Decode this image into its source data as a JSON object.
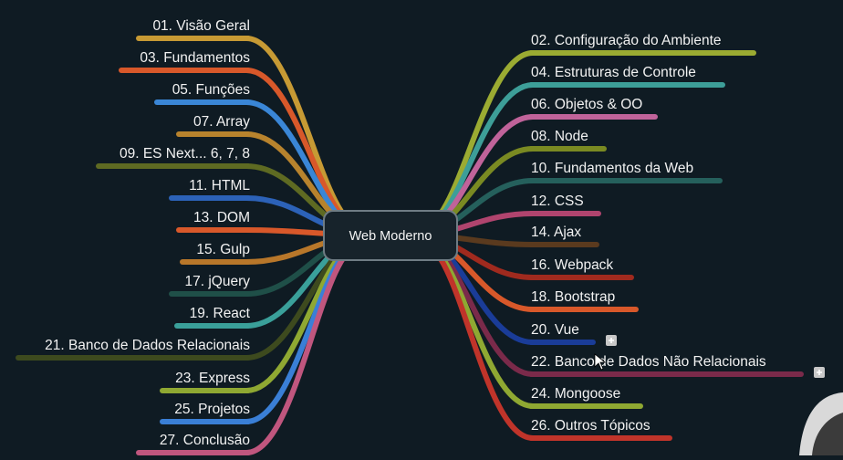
{
  "center": {
    "label": "Web Moderno",
    "fill": "#17232b",
    "stroke": "#6f7c84"
  },
  "colors": {
    "background": "#0f1b23",
    "text": "#f2f2f2",
    "collapse_button": "#c8c8c8"
  },
  "left_branches": [
    {
      "label": "01. Visão Geral",
      "color": "#c79a34"
    },
    {
      "label": "03. Fundamentos",
      "color": "#d8582a"
    },
    {
      "label": "05. Funções",
      "color": "#3a86d6"
    },
    {
      "label": "07. Array",
      "color": "#b8832d"
    },
    {
      "label": "09. ES Next... 6, 7, 8",
      "color": "#5e6a22"
    },
    {
      "label": "11. HTML",
      "color": "#2c62b8"
    },
    {
      "label": "13. DOM",
      "color": "#d8582a"
    },
    {
      "label": "15. Gulp",
      "color": "#b8772a"
    },
    {
      "label": "17. jQuery",
      "color": "#1f4f48"
    },
    {
      "label": "19. React",
      "color": "#3aa09a"
    },
    {
      "label": "21. Banco de Dados Relacionais",
      "color": "#3d4a1e"
    },
    {
      "label": "23. Express",
      "color": "#8fa832"
    },
    {
      "label": "25. Projetos",
      "color": "#3a7fd6"
    },
    {
      "label": "27. Conclusão",
      "color": "#c0567e"
    }
  ],
  "right_branches": [
    {
      "label": "02. Configuração do Ambiente",
      "color": "#9bab32"
    },
    {
      "label": "04. Estruturas de Controle",
      "color": "#3d9e98"
    },
    {
      "label": "06. Objetos & OO",
      "color": "#c0639a"
    },
    {
      "label": "08. Node",
      "color": "#7a8a22"
    },
    {
      "label": "10. Fundamentos da Web",
      "color": "#25605c"
    },
    {
      "label": "12. CSS",
      "color": "#b0446e"
    },
    {
      "label": "14. Ajax",
      "color": "#5a3a1e"
    },
    {
      "label": "16. Webpack",
      "color": "#a02a1e"
    },
    {
      "label": "18. Bootstrap",
      "color": "#d8582a"
    },
    {
      "label": "20. Vue",
      "color": "#1a3c98",
      "collapse_button": true
    },
    {
      "label": "22. Banco de Dados Não Relacionais",
      "color": "#7a2a4a",
      "collapse_button": true
    },
    {
      "label": "24. Mongoose",
      "color": "#8fa832"
    },
    {
      "label": "26. Outros Tópicos",
      "color": "#c0342a"
    }
  ]
}
